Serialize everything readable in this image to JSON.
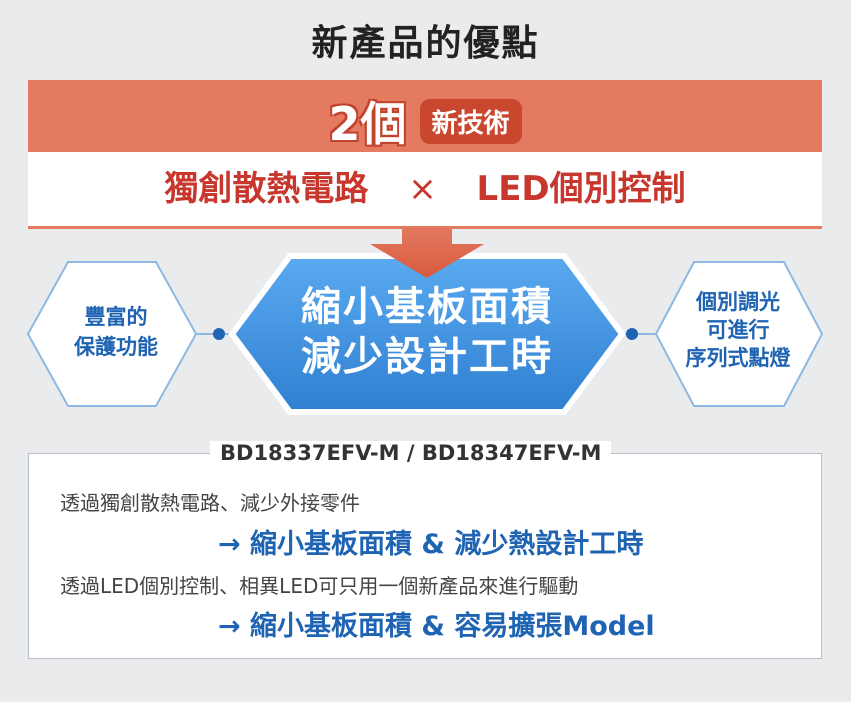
{
  "title": "新產品的優點",
  "band": {
    "number": "2個",
    "tag": "新技術"
  },
  "tech": {
    "left": "獨創散熱電路",
    "separator": "×",
    "right": "LED個別控制"
  },
  "hexagons": {
    "left": {
      "line1": "豐富的",
      "line2": "保護功能"
    },
    "center": {
      "line1": "縮小基板面積",
      "line2": "減少設計工時"
    },
    "right": {
      "line1": "個別調光",
      "line2": "可進行",
      "line3": "序列式點燈"
    }
  },
  "box": {
    "models": "BD18337EFV-M / BD18347EFV-M",
    "item1": {
      "cause": "透過獨創散熱電路、減少外接零件",
      "result": "→ 縮小基板面積 & 減少熱設計工時"
    },
    "item2": {
      "cause": "透過LED個別控制、相異LED可只用一個新產品來進行驅動",
      "result": "→ 縮小基板面積 & 容易擴張Model"
    }
  },
  "colors": {
    "accent_red": "#e47a60",
    "text_red": "#c8372d",
    "blue": "#1f63b3",
    "hex_blue": "#3d8fde"
  }
}
